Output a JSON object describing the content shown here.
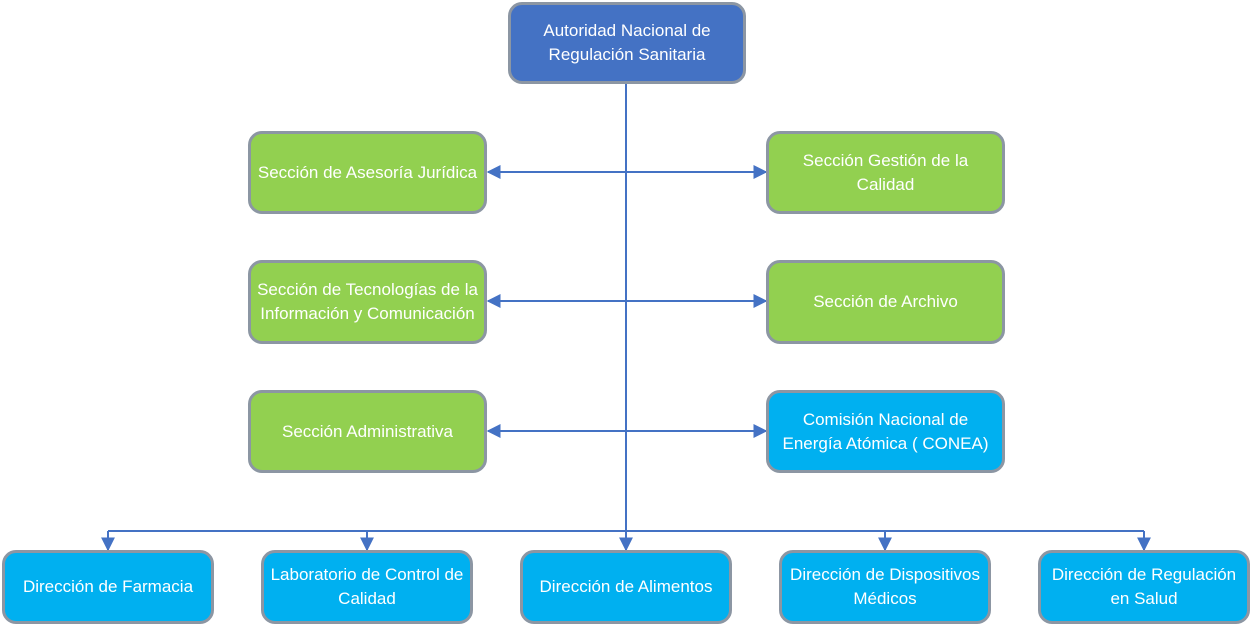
{
  "colors": {
    "top": "#4472c4",
    "section": "#92d050",
    "entity": "#00b0f0",
    "connector": "#4472c4",
    "border": "#8c96a3"
  },
  "root": {
    "label": "Autoridad Nacional de Regulación Sanitaria"
  },
  "left_sections": [
    {
      "label": "Sección de Asesoría Jurídica"
    },
    {
      "label": "Sección de Tecnologías de la Información y Comunicación"
    },
    {
      "label": "Sección Administrativa"
    }
  ],
  "right_sections": [
    {
      "label": "Sección Gestión de la Calidad"
    },
    {
      "label": "Sección de Archivo"
    },
    {
      "label": "Comisión Nacional de Energía Atómica ( CONEA)"
    }
  ],
  "directions": [
    {
      "label": "Dirección de Farmacia"
    },
    {
      "label": "Laboratorio de Control de Calidad"
    },
    {
      "label": "Dirección de Alimentos"
    },
    {
      "label": "Dirección de Dispositivos Médicos"
    },
    {
      "label": "Dirección de Regulación en Salud"
    }
  ]
}
